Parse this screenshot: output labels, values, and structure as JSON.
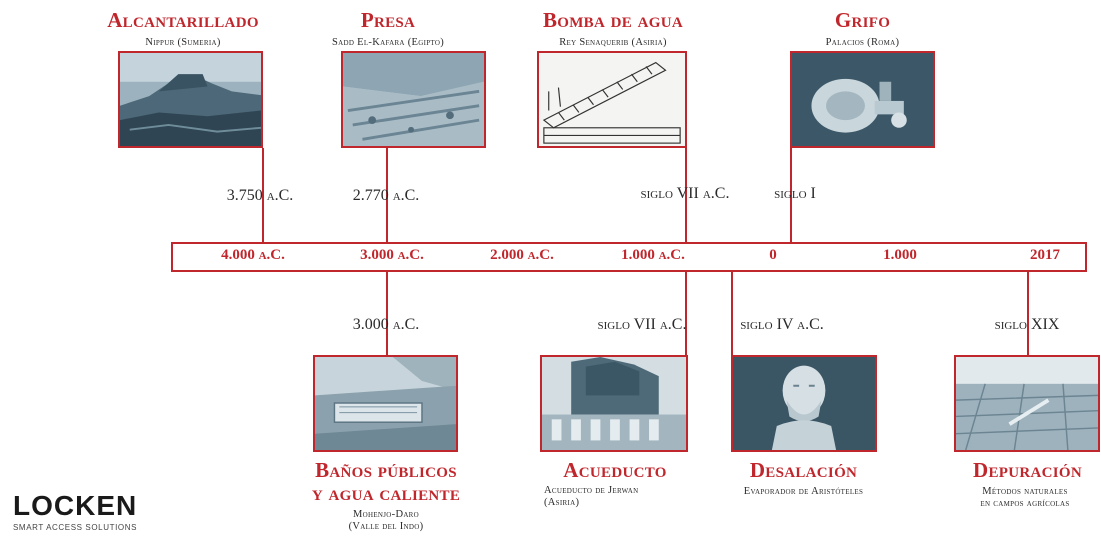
{
  "top_events": [
    {
      "title": "Alcantarillado",
      "place": "Nippur (Sumeria)",
      "date": "3.750 a.C.",
      "photo": "mesopotamian-ruins"
    },
    {
      "title": "Presa",
      "place": "Sadd El-Kafara (Egipto)",
      "date": "2.770 a.C.",
      "photo": "stone-dam"
    },
    {
      "title": "Bomba de agua",
      "place": "Rey Senaquerib (Asiria)",
      "date": "siglo VII a.C.",
      "photo": "screw-pump-drawing"
    },
    {
      "title": "Grifo",
      "place": "Palacios (Roma)",
      "date": "siglo I",
      "photo": "roman-faucet"
    }
  ],
  "axis_ticks": [
    "4.000 a.C.",
    "3.000 a.C.",
    "2.000 a.C.",
    "1.000 a.C.",
    "0",
    "1.000",
    "2017"
  ],
  "bottom_events": [
    {
      "title_line1": "Baños públicos",
      "title_line2": "y agua caliente",
      "place_line1": "Mohenjo-Daro",
      "place_line2": "(Valle del Indo)",
      "date": "3.000 a.C.",
      "photo": "ancient-baths"
    },
    {
      "title_line1": "Acueducto",
      "title_line2": "",
      "place_line1": "Acueducto de Jerwan",
      "place_line2": "(Asiria)",
      "date": "siglo VII a.C.",
      "photo": "hanging-gardens"
    },
    {
      "title_line1": "Desalación",
      "title_line2": "",
      "place_line1": "Evaporador de Aristóteles",
      "place_line2": "",
      "date": "siglo IV a.C.",
      "photo": "aristotle-bust"
    },
    {
      "title_line1": "Depuración",
      "title_line2": "",
      "place_line1": "Métodos naturales",
      "place_line2": "en campos agrícolas",
      "date": "siglo XIX",
      "photo": "treatment-fields"
    }
  ],
  "logo": {
    "name": "LOCKEN",
    "tagline": "SMART ACCESS SOLUTIONS"
  },
  "colors": {
    "accent": "#c0272d",
    "photo_tint": "#5a7a8c"
  }
}
